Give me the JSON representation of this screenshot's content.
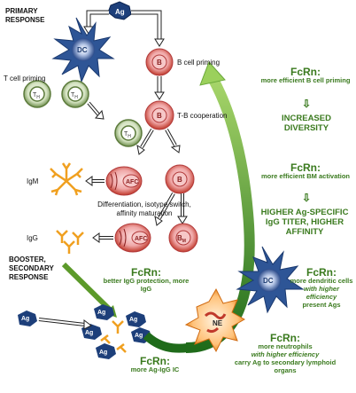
{
  "labels": {
    "primary_response": "PRIMARY RESPONSE",
    "ag_top": "Ag",
    "t_cell_priming": "T cell priming",
    "dc": "DC",
    "th": "TH",
    "b": "B",
    "b_cell_priming": "B cell priming",
    "tb_cooperation": "T-B cooperation",
    "igm": "IgM",
    "afc": "AFC",
    "differentiation": "Differentiation, isotype switch, affinity maturation",
    "igg": "IgG",
    "bm": "BM",
    "booster": "BOOSTER, SECONDARY RESPONSE",
    "ag": "Ag",
    "ne": "NE"
  },
  "fcrn_boxes": [
    {
      "title": "FcRn:",
      "text": "more efficient  B cell priming"
    },
    {
      "title": "FcRn:",
      "text": "more efficient  BM activation"
    },
    {
      "title": "FcRn:",
      "text": "better IgG protection, more IgG"
    },
    {
      "title": "FcRn:",
      "text": "more Ag-IgG IC"
    }
  ],
  "outcomes": {
    "diversity": "INCREASED DIVERSITY",
    "titer": "HIGHER Ag-SPECIFIC IgG TITER, HIGHER AFFINITY"
  },
  "fcrn_dc": {
    "title": "FcRn:",
    "line1": "more dendritic cells",
    "line2": "with higher efficiency",
    "line3": "present Ags"
  },
  "fcrn_ne": {
    "title": "FcRn:",
    "line1": "more neutrophils",
    "line2": "with higher efficiency",
    "line3": "carry Ag to secondary lymphoid organs"
  }
}
